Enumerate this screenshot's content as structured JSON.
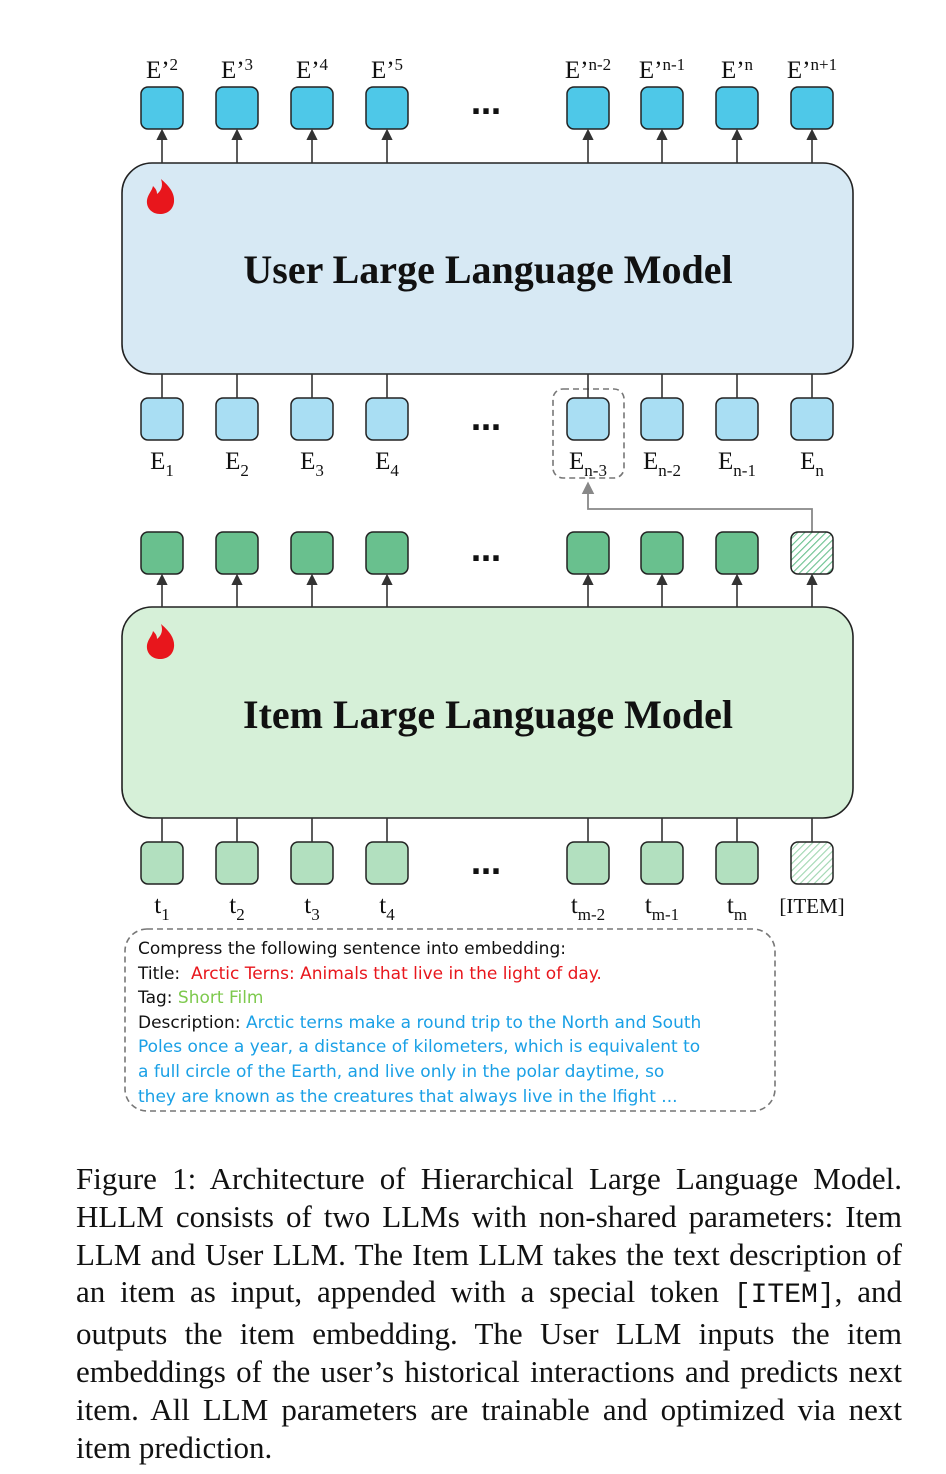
{
  "user_model": {
    "title": "User Large Language Model",
    "output_labels": [
      {
        "base": "E’",
        "sub": "2"
      },
      {
        "base": "E’",
        "sub": "3"
      },
      {
        "base": "E’",
        "sub": "4"
      },
      {
        "base": "E’",
        "sub": "5"
      },
      {
        "base": "E’",
        "sub": "n-2"
      },
      {
        "base": "E’",
        "sub": "n-1"
      },
      {
        "base": "E’",
        "sub": "n"
      },
      {
        "base": "E’",
        "sub": "n+1"
      }
    ],
    "input_labels": [
      {
        "base": "E",
        "sub": "1"
      },
      {
        "base": "E",
        "sub": "2"
      },
      {
        "base": "E",
        "sub": "3"
      },
      {
        "base": "E",
        "sub": "4"
      },
      {
        "base": "E",
        "sub": "n-3"
      },
      {
        "base": "E",
        "sub": "n-2"
      },
      {
        "base": "E",
        "sub": "n-1"
      },
      {
        "base": "E",
        "sub": "n"
      }
    ],
    "ellipsis": "…"
  },
  "item_model": {
    "title": "Item Large Language Model",
    "input_labels": [
      {
        "base": "t",
        "sub": "1"
      },
      {
        "base": "t",
        "sub": "2"
      },
      {
        "base": "t",
        "sub": "3"
      },
      {
        "base": "t",
        "sub": "4"
      },
      {
        "base": "t",
        "sub": "m-2"
      },
      {
        "base": "t",
        "sub": "m-1"
      },
      {
        "base": "t",
        "sub": "m"
      },
      {
        "base": "[ITEM]",
        "sub": ""
      }
    ],
    "ellipsis": "…"
  },
  "prompt": {
    "line1": "Compress the following sentence into embedding:",
    "title_label": "Title:",
    "title_value": "Arctic Terns: Animals that live in the light of day.",
    "tag_label": "Tag:",
    "tag_value": "Short Film",
    "desc_label": "Description:",
    "desc_line1": "Arctic terns make a round trip to the North and South",
    "desc_line2": "Poles once a year, a distance of kilometers, which is equivalent to",
    "desc_line3": "a full circle of the Earth, and live only in the polar daytime, so",
    "desc_line4": "they are known as the creatures that always live in the lfight ..."
  },
  "caption": {
    "part1": "Figure 1: Architecture of Hierarchical Large Language Model. HLLM consists of two LLMs with non-shared parameters: Item LLM and User LLM. The Item LLM takes the text description of an item as input, appended with a special token ",
    "token": "[ITEM]",
    "part2": ", and outputs the item embedding. The User LLM inputs the item embeddings of the user’s historical interactions and predicts next item. All LLM parameters are trainable and optimized via next item prediction."
  },
  "colors": {
    "user_model_fill": "#d7e9f4",
    "item_model_fill": "#d6f0d8",
    "user_output_token": "#4ec8e8",
    "user_input_token": "#a9def3",
    "item_output_token": "#69c08e",
    "item_input_token": "#b2e0bf",
    "flame": "#e8161c",
    "prompt_title": "#e8161c",
    "prompt_tag": "#7dc94d",
    "prompt_desc": "#1aa0e6"
  },
  "icons": [
    "flame-icon",
    "ellipsis-icon",
    "arrow-up-icon"
  ]
}
